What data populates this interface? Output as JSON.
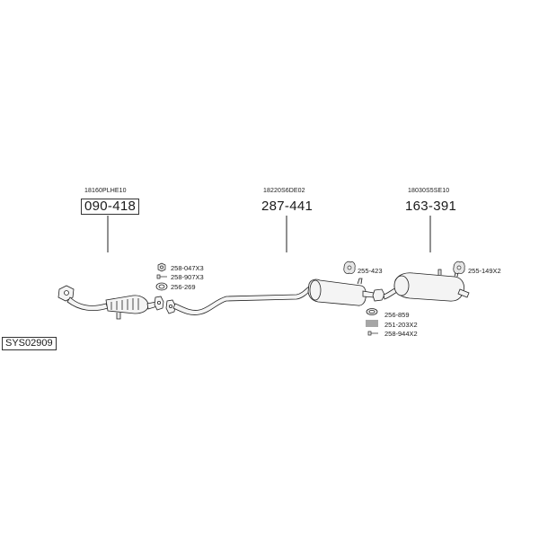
{
  "system": {
    "code": "SYS02909"
  },
  "main_parts": [
    {
      "oe": "18160PLHE10",
      "part_no": "090-418",
      "boxed": true
    },
    {
      "oe": "18220S6DE02",
      "part_no": "287-441",
      "boxed": false
    },
    {
      "oe": "18030S5SE10",
      "part_no": "163-391",
      "boxed": false
    }
  ],
  "accessories": {
    "front_joint": [
      {
        "code": "258-047X3",
        "icon": "nut-icon"
      },
      {
        "code": "258-907X3",
        "icon": "bolt-icon"
      },
      {
        "code": "256-269",
        "icon": "gasket-ring-icon"
      }
    ],
    "middle_hanger": {
      "code": "255-423",
      "icon": "rubber-hanger-icon"
    },
    "rear_joint": [
      {
        "code": "256-859",
        "icon": "seal-ring-icon"
      },
      {
        "code": "251-203X2",
        "icon": "spring-icon"
      },
      {
        "code": "258-944X2",
        "icon": "bolt-icon"
      }
    ],
    "rear_hanger": {
      "code": "255-149X2",
      "icon": "rubber-hanger-icon"
    }
  }
}
